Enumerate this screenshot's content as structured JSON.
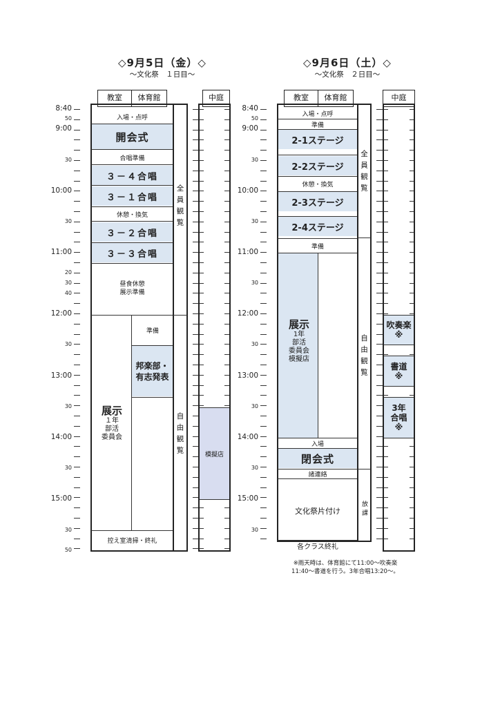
{
  "day1": {
    "title": "◇9月5日（金）◇",
    "subtitle": "～文化祭　１日目～",
    "headers": {
      "classroom": "教室",
      "gym": "体育館",
      "courtyard": "中庭"
    },
    "events": {
      "entry": "入場・点呼",
      "opening": "開会式",
      "chorus_prep": "合唱準備",
      "c34": "３－４合唱",
      "c31": "３－１合唱",
      "break": "休憩・換気",
      "c32": "３－２合唱",
      "c33": "３－３合唱",
      "lunch1": "昼食休憩",
      "lunch2": "展示準備",
      "prep": "準備",
      "hogaku1": "邦楽部・",
      "hogaku2": "有志発表",
      "exhibit": "展示",
      "exhibit_1": "１年",
      "exhibit_2": "部活",
      "exhibit_3": "委員会",
      "cleanup": "控え室清掃・終礼",
      "all_view": "全員観覧",
      "free_view": "自由観覧",
      "mock_shop": "模擬店"
    }
  },
  "day2": {
    "title": "◇9月6日（土）◇",
    "subtitle": "～文化祭　２日目～",
    "headers": {
      "classroom": "教室",
      "gym": "体育館",
      "courtyard": "中庭"
    },
    "events": {
      "entry": "入場・点呼",
      "prep1": "準備",
      "s21": "2-1ステージ",
      "s22": "2-2ステージ",
      "break": "休憩・換気",
      "s23": "2-3ステージ",
      "s24": "2-4ステージ",
      "prep2": "準備",
      "exhibit": "展示",
      "exhibit_1": "1年",
      "exhibit_2": "部活",
      "exhibit_3": "委員会",
      "exhibit_4": "模擬店",
      "entry2": "入場",
      "closing": "閉会式",
      "notices": "諸連絡",
      "cleanup": "文化祭片付け",
      "final": "各クラス終礼",
      "all_view": "全員観覧",
      "free_view": "自由観覧",
      "dismiss": "放課",
      "brass": "吹奏楽",
      "brass_mark": "※",
      "shodo": "書道",
      "shodo_mark": "※",
      "g3_1": "3年",
      "g3_2": "合唱",
      "g3_mark": "※"
    },
    "note_line1": "※雨天時は、体育館にて11:00～吹奏楽",
    "note_line2": "11:40～書道を行う。3年合唱13:20～。"
  },
  "time_labels": {
    "t840": "8:40",
    "t50": "50",
    "t900": "9:00",
    "t30": "30",
    "t1000": "10:00",
    "t1100": "11:00",
    "t20": "20",
    "t40": "40",
    "t1200": "12:00",
    "t1300": "13:00",
    "t1400": "14:00",
    "t1500": "15:00"
  }
}
